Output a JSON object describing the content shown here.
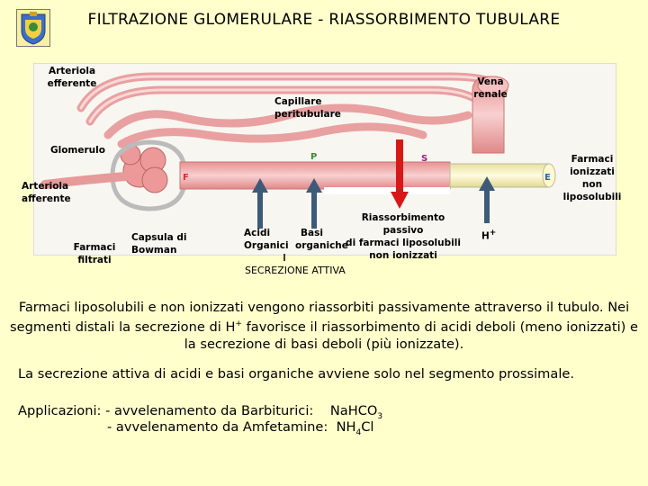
{
  "title": "FILTRAZIONE GLOMERULARE - RIASSORBIMENTO TUBULARE",
  "diagram": {
    "labels": {
      "arteriola_efferente": [
        "Arteriola",
        "efferente"
      ],
      "vena_renale": [
        "Vena",
        "renale"
      ],
      "capillare": [
        "Capillare",
        "peritubulare"
      ],
      "glomerulo": "Glomerulo",
      "arteriola_afferente": [
        "Arteriola",
        "afferente"
      ],
      "farmaci_ionizzati": [
        "Farmaci",
        "ionizzati",
        "non",
        "liposolubili"
      ],
      "farmaci_filtrati": [
        "Farmaci",
        "filtrati"
      ],
      "capsula": [
        "Capsula di",
        "Bowman"
      ],
      "acidi": [
        "Acidi",
        "Organici"
      ],
      "basi": [
        "Basi",
        "organiche"
      ],
      "riassorbimento": [
        "Riassorbimento passivo",
        "di farmaci liposolubili",
        "non ionizzati"
      ],
      "h_plus": "H",
      "h_plus_sup": "+",
      "secrezione": "SECREZIONE ATTIVA"
    },
    "segment_letters": {
      "p": "P",
      "f": "F",
      "s": "S",
      "e": "E"
    },
    "colors": {
      "tube": "#f2a8a8",
      "tube_dark": "#c86060",
      "arrow": "#3d5a78",
      "red_arrow": "#d81818"
    }
  },
  "text": {
    "para1": "Farmaci liposolubili e non ionizzati vengono riassorbiti passivamente attraverso il tubulo. Nei segmenti distali la secrezione di H",
    "para1_sup": "+",
    "para1_b": " favorisce il riassorbimento di acidi deboli (meno ionizzati) e la secrezione di basi deboli (più ionizzate).",
    "para2": "La secrezione attiva di acidi e basi organiche avviene solo nel segmento prossimale.",
    "app_label": "Applicazioni: - avvelenamento da Barbiturici:",
    "app1_formula_a": "NaHCO",
    "app1_formula_sub": "3",
    "app2_label": "- avvelenamento da Amfetamine:",
    "app2_formula_a": "NH",
    "app2_formula_sub": "4",
    "app2_formula_b": "Cl"
  }
}
